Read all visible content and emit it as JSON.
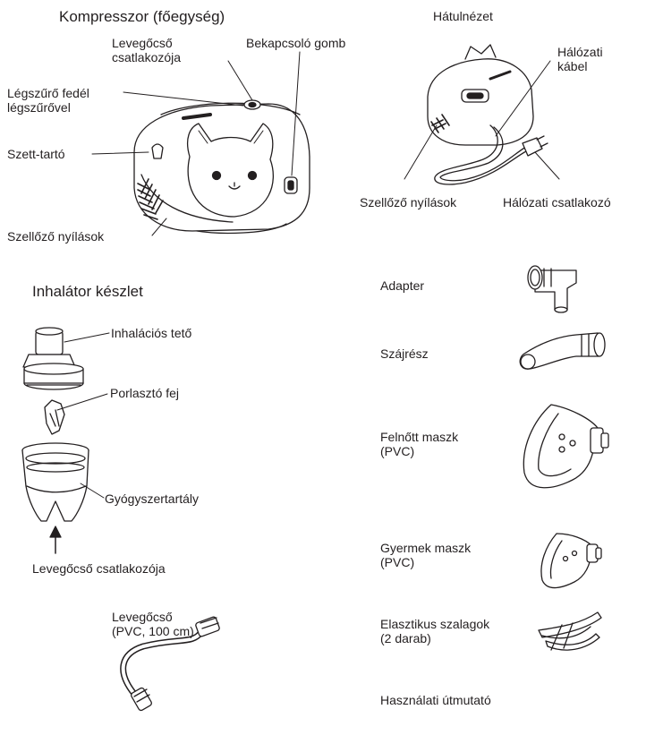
{
  "headers": {
    "compressor": "Kompresszor (főegység)",
    "rear_view": "Hátulnézet",
    "inhaler_kit": "Inhalátor készlet"
  },
  "compressor_labels": {
    "air_tube_connector": "Levegőcső\ncsatlakozója",
    "power_button": "Bekapcsoló gomb",
    "filter_cover": "Légszűrő fedél\nlégszűrővel",
    "kit_holder": "Szett-tartó",
    "vents": "Szellőző nyílások"
  },
  "rear_labels": {
    "power_cable": "Hálózati\nkábel",
    "vents": "Szellőző nyílások",
    "power_plug": "Hálózati csatlakozó"
  },
  "kit_labels": {
    "inhalation_top": "Inhalációs tető",
    "nebulizer_head": "Porlasztó fej",
    "medicine_cup": "Gyógyszertartály",
    "air_tube_connector": "Levegőcső csatlakozója",
    "air_tube": "Levegőcső\n(PVC, 100 cm)"
  },
  "accessories": [
    {
      "label": "Adapter",
      "icon": "adapter-icon"
    },
    {
      "label": "Szájrész",
      "icon": "mouthpiece-icon"
    },
    {
      "label": "Felnőtt maszk\n(PVC)",
      "icon": "adult-mask-icon"
    },
    {
      "label": "Gyermek maszk\n(PVC)",
      "icon": "child-mask-icon"
    },
    {
      "label": "Elasztikus szalagok\n(2 darab)",
      "icon": "elastic-straps-icon"
    },
    {
      "label": "Használati útmutató",
      "icon": ""
    }
  ]
}
